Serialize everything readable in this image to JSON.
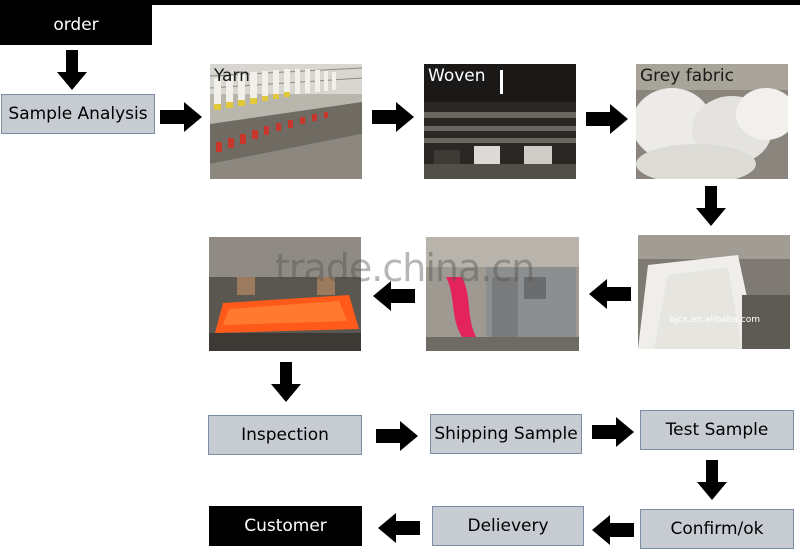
{
  "steps": {
    "order": "order",
    "sample_analysis": "Sample Analysis",
    "yarn": "Yarn",
    "woven": "Woven",
    "grey_fabric": "Grey fabric",
    "inspection": "Inspection",
    "shipping_sample": "Shipping Sample",
    "test_sample": "Test Sample",
    "customer": "Customer",
    "delievery": "Delievery",
    "confirm": "Confirm/ok"
  },
  "watermark": "trade.china.cn",
  "photo_caption": "bjcx.en.alibaba.com",
  "colors": {
    "dark_box": "#000000",
    "light_box": "#c7ccd3",
    "light_box_border": "#7c8da3",
    "arrow": "#000000",
    "dyed_fabric": "#ff5a1a"
  }
}
